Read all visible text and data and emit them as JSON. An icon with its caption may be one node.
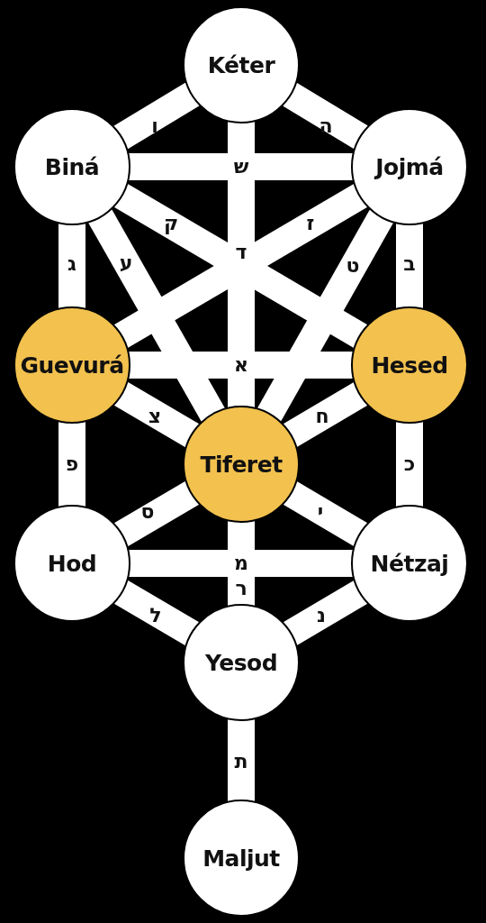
{
  "diagram": {
    "nodes": [
      {
        "text": [
          "Kéter"
        ]
      },
      {
        "text": [
          "Biná"
        ]
      },
      {
        "text": [
          "Jojmá"
        ]
      },
      {
        "text": [
          "Guevurá"
        ]
      },
      {
        "text": [
          "Hesed"
        ]
      },
      {
        "text": [
          "Tiferet"
        ]
      },
      {
        "text": [
          "Hod"
        ]
      },
      {
        "text": [
          "Nétzaj"
        ]
      },
      {
        "text": [
          "Yesod"
        ]
      },
      {
        "text": [
          "Maljut"
        ]
      }
    ],
    "edges": [
      {
        "from": 0,
        "to": 1,
        "arrow": "none",
        "label": "ו"
      },
      {
        "from": 0,
        "to": 2,
        "arrow": "none",
        "label": "ה"
      },
      {
        "from": 1,
        "to": 2,
        "arrow": "none",
        "label": "ש"
      },
      {
        "from": 0,
        "to": 5,
        "arrow": "none",
        "label": "ד"
      },
      {
        "from": 1,
        "to": 3,
        "arrow": "none",
        "label": "ג"
      },
      {
        "from": 2,
        "to": 4,
        "arrow": "none",
        "label": "ב"
      },
      {
        "from": 1,
        "to": 4,
        "arrow": "none",
        "label": "ק"
      },
      {
        "from": 1,
        "to": 5,
        "arrow": "none",
        "label": "ע"
      },
      {
        "from": 2,
        "to": 3,
        "arrow": "none",
        "label": "ז"
      },
      {
        "from": 2,
        "to": 5,
        "arrow": "none",
        "label": "ט"
      },
      {
        "from": 3,
        "to": 4,
        "arrow": "none",
        "label": "א"
      },
      {
        "from": 3,
        "to": 5,
        "arrow": "none",
        "label": "צ"
      },
      {
        "from": 4,
        "to": 5,
        "arrow": "none",
        "label": "ח"
      },
      {
        "from": 3,
        "to": 6,
        "arrow": "none",
        "label": "פ"
      },
      {
        "from": 4,
        "to": 7,
        "arrow": "none",
        "label": "כ"
      },
      {
        "from": 5,
        "to": 6,
        "arrow": "none",
        "label": "ס"
      },
      {
        "from": 5,
        "to": 7,
        "arrow": "none",
        "label": "י"
      },
      {
        "from": 6,
        "to": 7,
        "arrow": "none",
        "label": "מ"
      },
      {
        "from": 5,
        "to": 8,
        "arrow": "none",
        "label": "ר"
      },
      {
        "from": 6,
        "to": 8,
        "arrow": "none",
        "label": "ל"
      },
      {
        "from": 7,
        "to": 8,
        "arrow": "none",
        "label": "נ"
      },
      {
        "from": 8,
        "to": 9,
        "arrow": "none",
        "label": "ת"
      }
    ]
  }
}
